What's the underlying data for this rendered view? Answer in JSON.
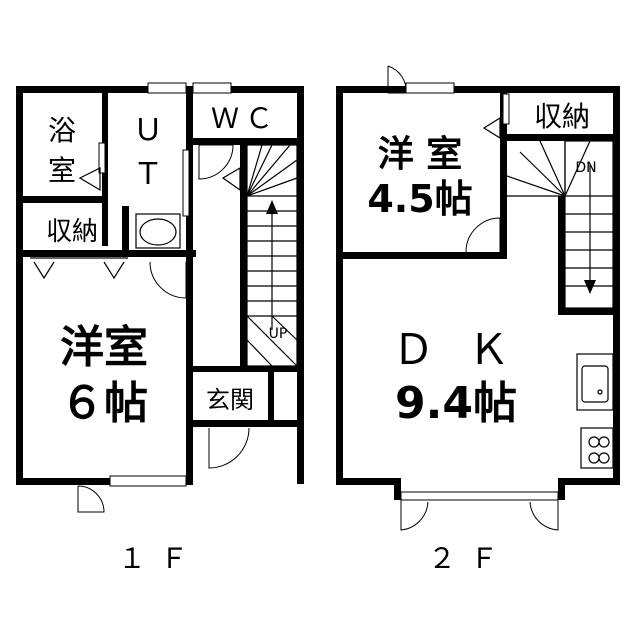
{
  "floor1": {
    "label": "１Ｆ",
    "rooms": {
      "bath_line1": "浴",
      "bath_line2": "室",
      "ut_line1": "Ｕ",
      "ut_line2": "Ｔ",
      "wc": "ＷＣ",
      "storage": "収納",
      "western_line1": "洋室",
      "western_line2": "６帖",
      "entrance": "玄関"
    },
    "stair_label": "UP"
  },
  "floor2": {
    "label": "２Ｆ",
    "rooms": {
      "western_line1": "洋 室",
      "western_line2": "4.5帖",
      "storage": "収納",
      "dk_line1": "Ｄ Ｋ",
      "dk_line2": "9.4帖"
    },
    "stair_label": "DN"
  }
}
